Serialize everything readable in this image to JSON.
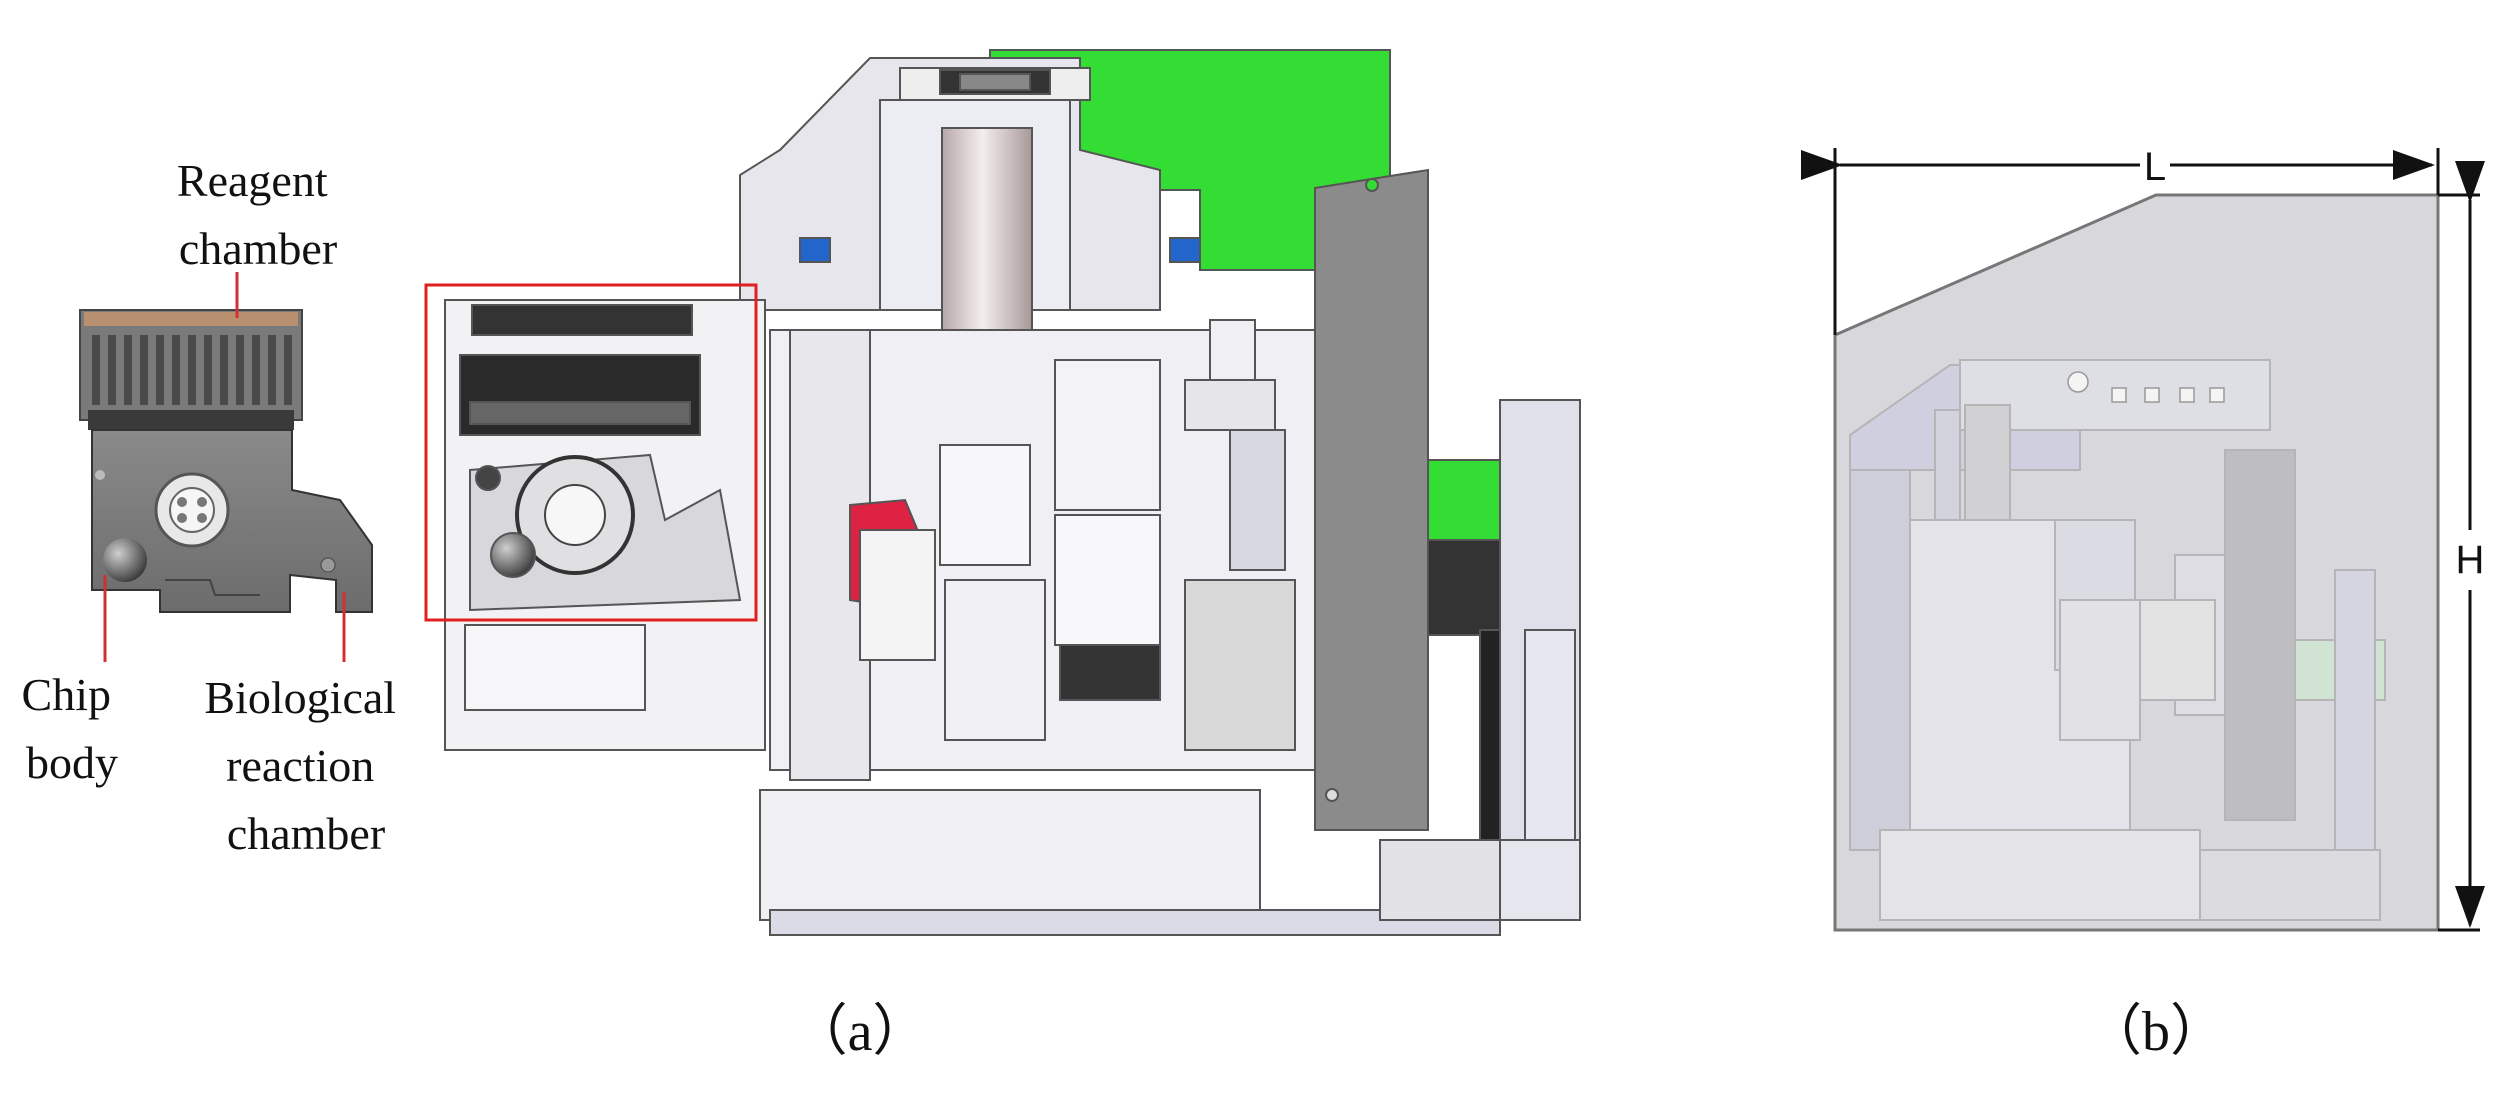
{
  "panel_a": {
    "caption": "（a）",
    "labels": {
      "reagent_chamber_line1": "Reagent",
      "reagent_chamber_line2": "chamber",
      "chip_body_line1": "Chip",
      "chip_body_line2": "body",
      "bio_line1": "Biological",
      "bio_line2": "reaction",
      "bio_line3": "chamber"
    }
  },
  "panel_b": {
    "caption": "（b）",
    "dimension_length": "L",
    "dimension_height": "H"
  },
  "colors": {
    "highlight_box": "#e02020",
    "leader_line": "#d03030",
    "green_panel": "#33dd33",
    "blue_clamp": "#2266cc",
    "red_part": "#dd2244",
    "enclosure_fill": "#d8d8dc"
  }
}
